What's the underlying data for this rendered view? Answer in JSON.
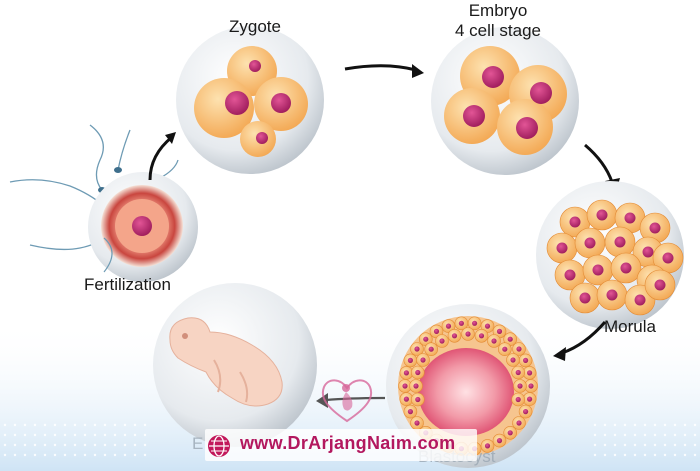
{
  "labels": {
    "zygote": "Zygote",
    "embryo_line1": "Embryo",
    "embryo_line2": "4 cell stage",
    "fertilization": "Fertilization",
    "morula": "Morula",
    "blastocyst": "Blastocyst",
    "embryo_partial": "E"
  },
  "website": "www.DrArjangNaim.com",
  "icons": {
    "globe": "globe-icon",
    "watermark": "heart-woman-logo-icon",
    "arrow": "arrow-icon"
  },
  "colors": {
    "cell_fill": "#f6b25e",
    "cell_light": "#fbd79c",
    "nucleus": "#b8236a",
    "bubble": "#d9dee3",
    "arrow": "#111111",
    "brand": "#b3185f",
    "bg_gradient": "#cfe4f5"
  }
}
